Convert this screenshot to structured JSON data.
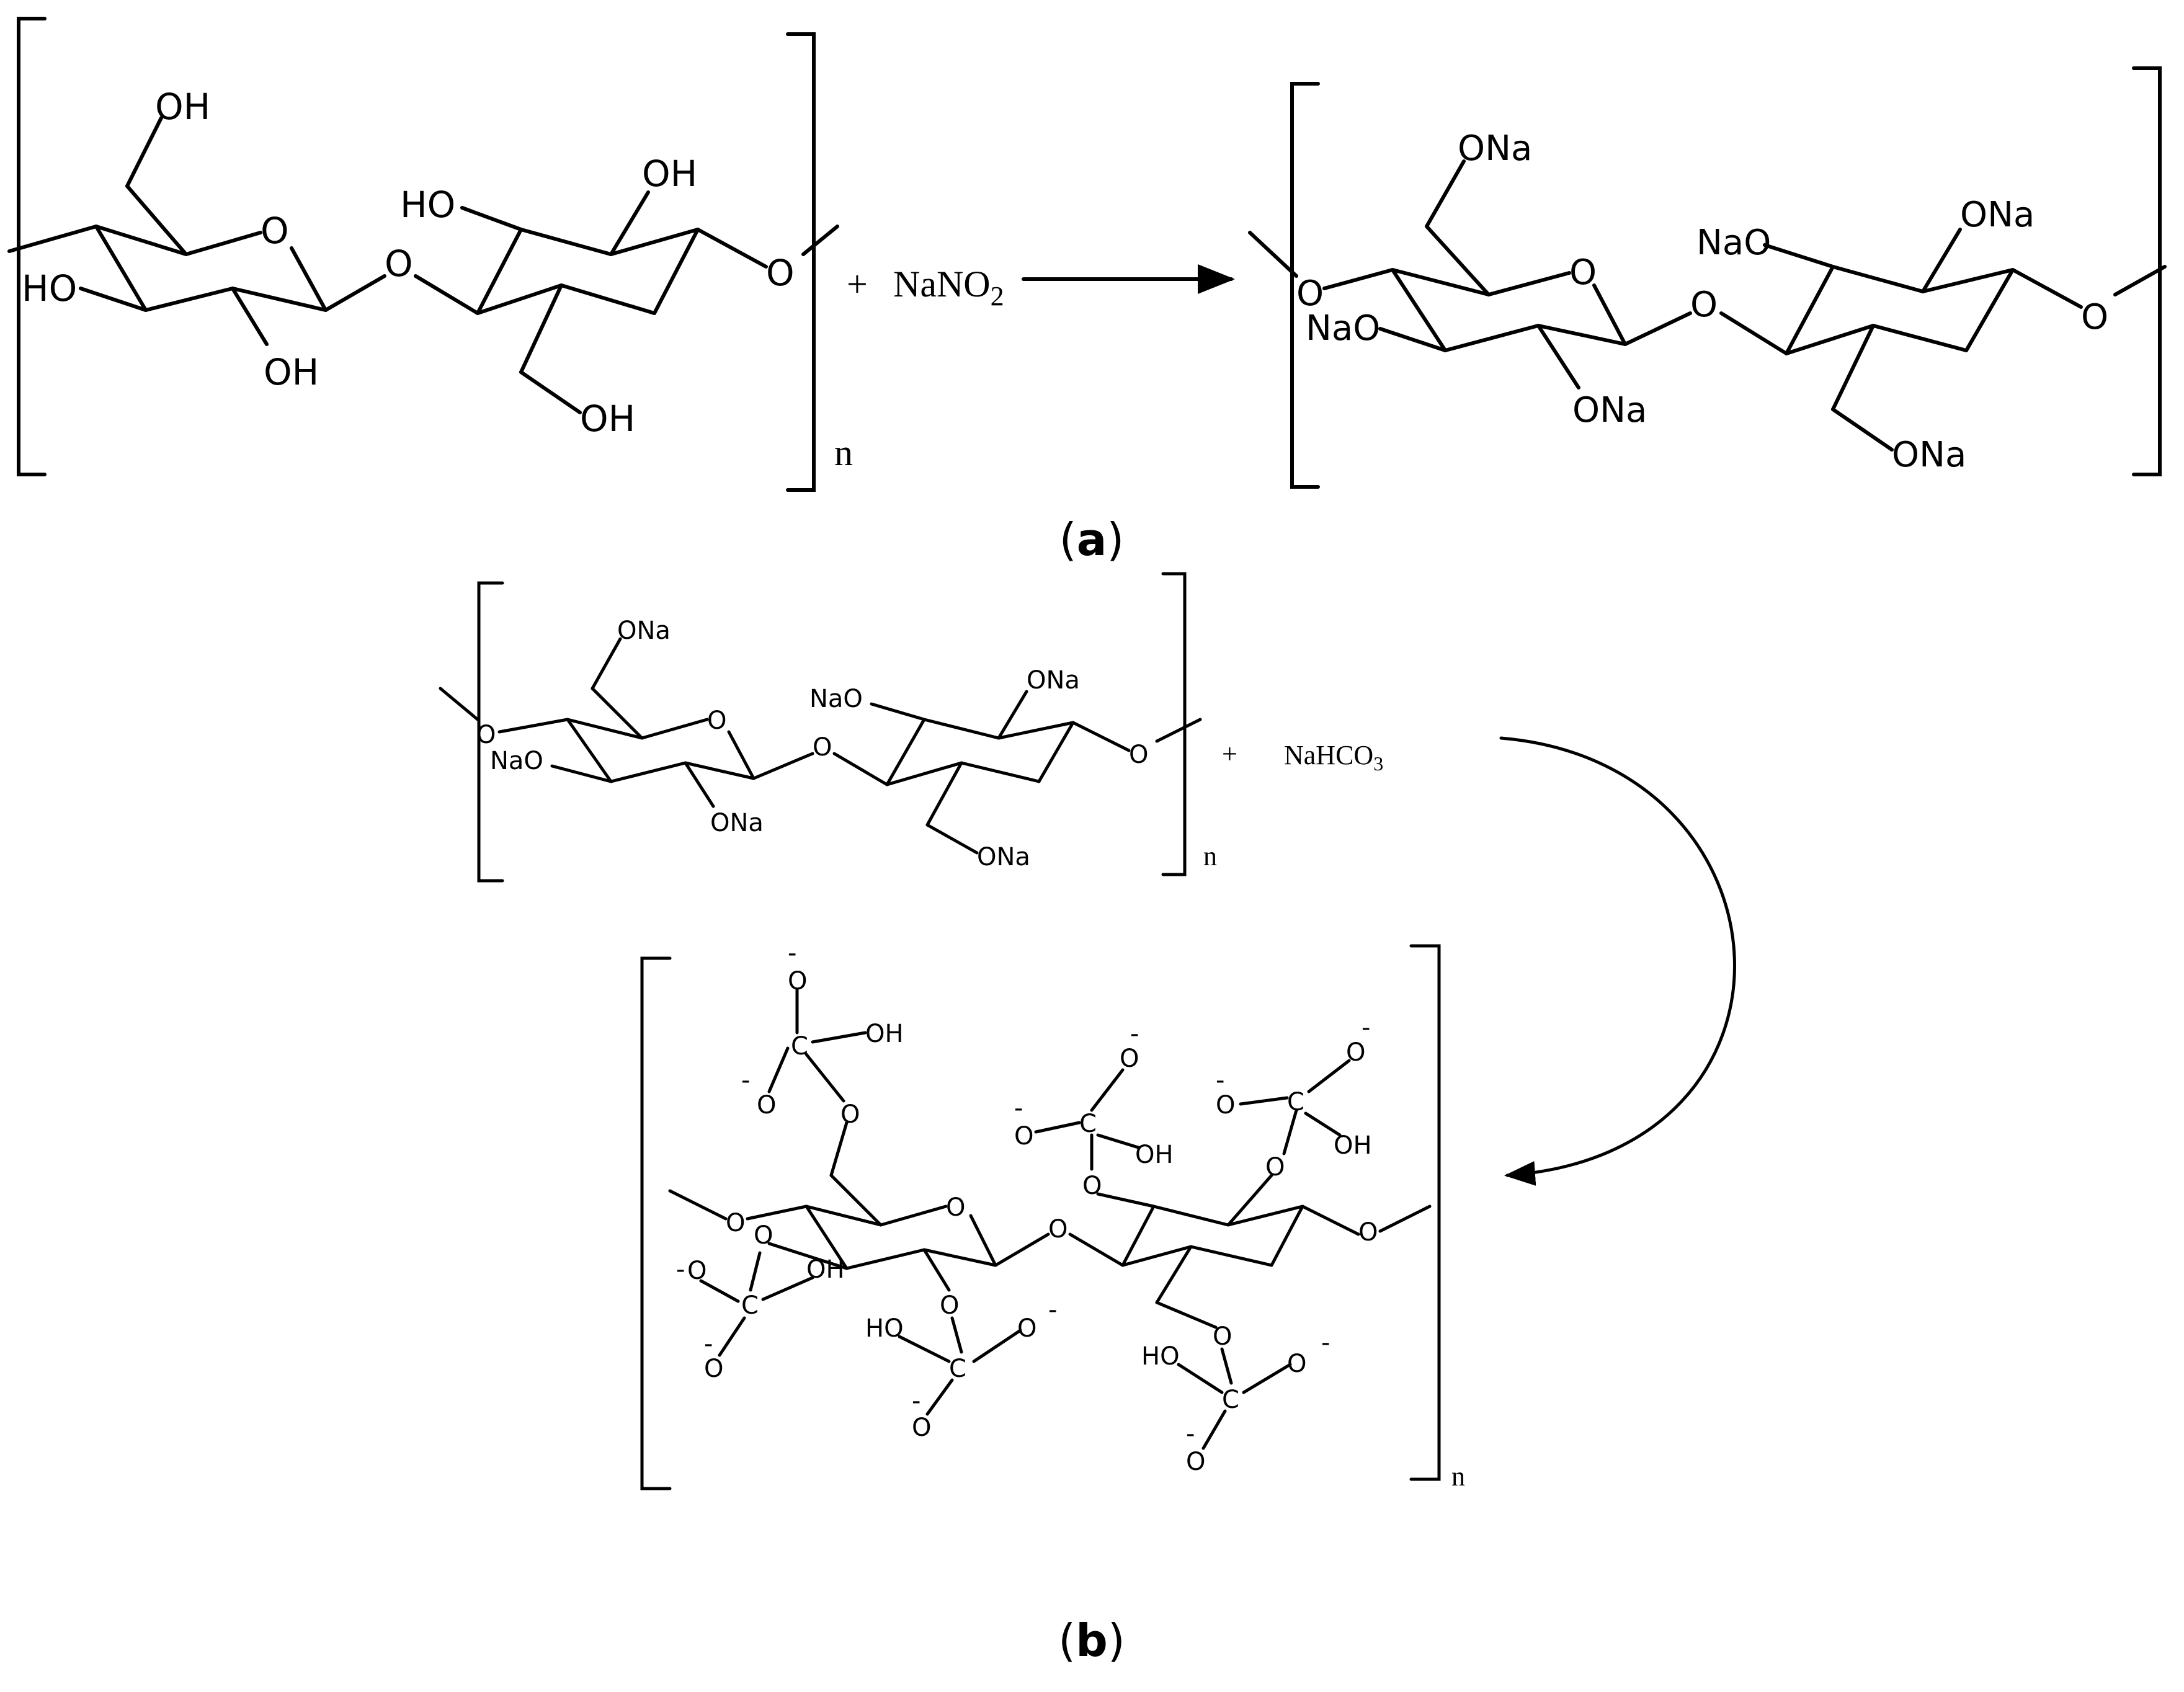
{
  "reagents": {
    "nitrite": "NaNO",
    "nitrite_sub": "2",
    "bicarbonate": "NaHCO",
    "bicarbonate_sub": "3",
    "plus": "+"
  },
  "repeat_index": "n",
  "atoms": {
    "ring_o": "O",
    "oh_right": "OH",
    "ho_left": "HO",
    "ona_right": "ONa",
    "nao_left": "NaO",
    "carbon": "C",
    "anion": "-"
  },
  "captions": {
    "a_open": "(",
    "a_label": "a",
    "a_close": ")",
    "b_open": "(",
    "b_label": "b",
    "b_close": ")"
  }
}
